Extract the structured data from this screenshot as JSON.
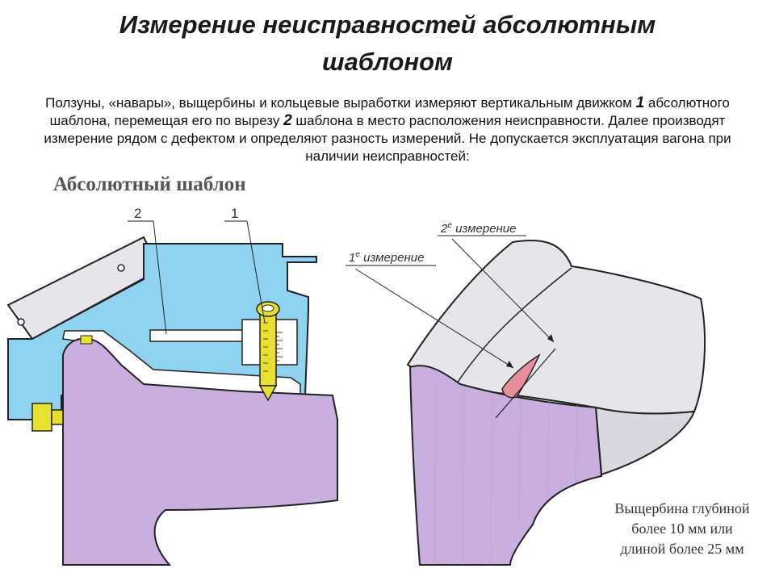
{
  "title": {
    "line1": "Измерение неисправностей абсолютным",
    "line2": "шаблоном"
  },
  "description": {
    "part1": "Ползуны, «навары», выщербины и кольцевые выработки измеряют вертикальным движком ",
    "num1": "1",
    "part2": " абсолютного шаблона, перемещая его по вырезу ",
    "num2": "2",
    "part3": " шаблона в место расположения неисправности. Далее производят измерение рядом с дефектом и определяют разность измерений. Не допускается эксплуатация вагона при наличии неисправностей:"
  },
  "figure": {
    "heading": "Абсолютный шаблон",
    "callout_2": "2",
    "callout_1": "1",
    "measure_1": "1",
    "measure_1_sup": "е",
    "measure_1_text": " измерение",
    "measure_2": "2",
    "measure_2_sup": "е",
    "measure_2_text": " измерение"
  },
  "caption": {
    "line1": "Выщербина глубиной",
    "line2": "более 10 мм или",
    "line3": "длиной более 25 мм"
  },
  "colors": {
    "template_blue": "#8fd3f0",
    "wheel_lavender": "#c9aee0",
    "slider_yellow": "#e8e030",
    "plate_gray": "#e6e6ea",
    "defect_pink": "#e8909a"
  }
}
